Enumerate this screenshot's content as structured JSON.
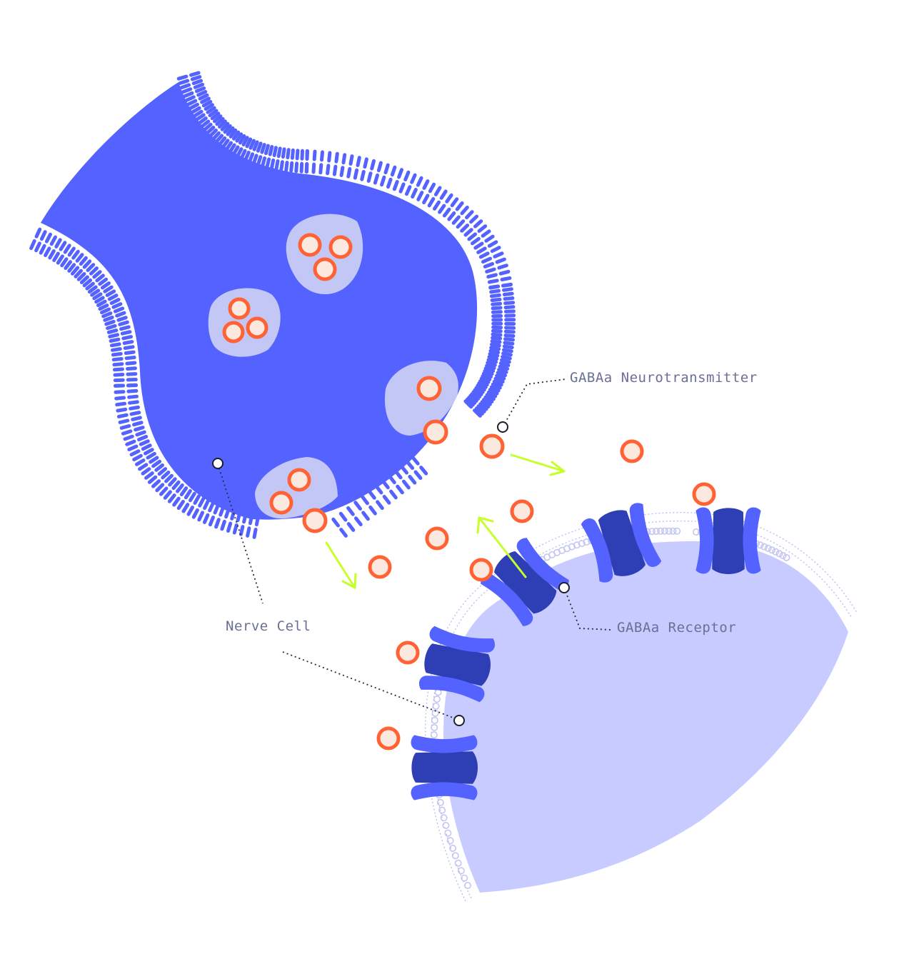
{
  "labels": {
    "neurotransmitter": "GABAa Neurotransmitter",
    "receptor": "GABAa Receptor",
    "nerve_cell": "Nerve Cell"
  },
  "colors": {
    "presynaptic_cell": "#5462ff",
    "postsynaptic_cell": "#c7cbff",
    "vesicle": "#c3c7f6",
    "molecule_ring": "#ff6235",
    "molecule_fill": "#fbe9df",
    "receptor_outer": "#5462ff",
    "receptor_core": "#2e3eb4",
    "arrow": "#c6ff2c",
    "callout": "#2a2a3a",
    "label_text": "#6b6f96",
    "membrane_dots": "#b8bbf0"
  },
  "icons": {
    "neurotransmitter": "orange-ring-circle",
    "receptor": "ion-channel-glyph",
    "flow": "green-arrow"
  }
}
